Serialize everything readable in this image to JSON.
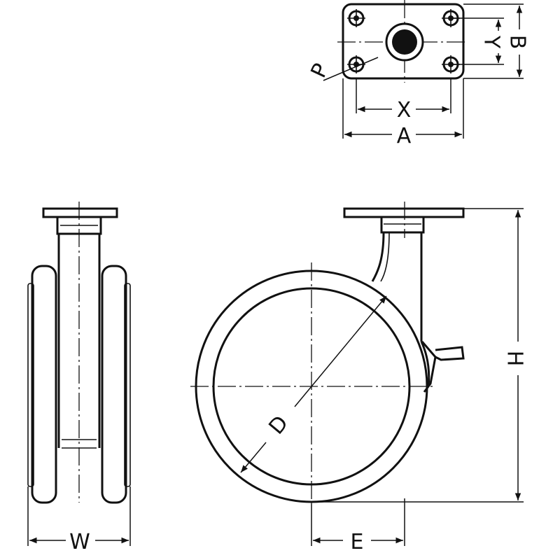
{
  "labels": {
    "p": "P",
    "x": "X",
    "a": "A",
    "y": "Y",
    "b": "B",
    "h": "H",
    "d": "D",
    "w": "W",
    "e": "E"
  },
  "colors": {
    "ink": "#111111",
    "paper": "#ffffff"
  }
}
